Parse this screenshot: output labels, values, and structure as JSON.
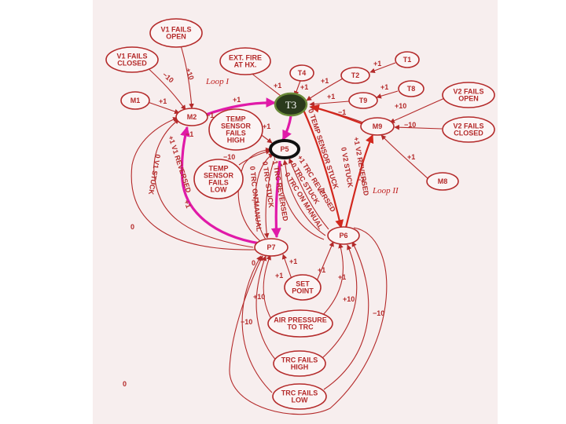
{
  "nodes": {
    "v1_fails_open": [
      "V1 FAILS",
      "OPEN"
    ],
    "v1_fails_closed": [
      "V1 FAILS",
      "CLOSED"
    ],
    "ext_fire": [
      "EXT. FIRE",
      "AT HX."
    ],
    "t4": [
      "T4"
    ],
    "t1": [
      "T1"
    ],
    "t2": [
      "T2"
    ],
    "t8": [
      "T8"
    ],
    "v2_fails_open": [
      "V2 FAILS",
      "OPEN"
    ],
    "m1": [
      "M1"
    ],
    "m2": [
      "M2"
    ],
    "t3": [
      "T3"
    ],
    "t9": [
      "T9"
    ],
    "m9": [
      "M9"
    ],
    "v2_fails_closed": [
      "V2 FAILS",
      "CLOSED"
    ],
    "temp_sensor_fails_high": [
      "TEMP",
      "SENSOR",
      "FAILS",
      "HIGH"
    ],
    "p5": [
      "P5"
    ],
    "temp_sensor_fails_low": [
      "TEMP",
      "SENSOR",
      "FAILS",
      "LOW"
    ],
    "m8": [
      "M8"
    ],
    "p6": [
      "P6"
    ],
    "p7": [
      "P7"
    ],
    "set_point": [
      "SET",
      "POINT"
    ],
    "air_pressure": [
      "AIR PRESSURE",
      "TO TRC"
    ],
    "trc_fails_high": [
      "TRC FAILS",
      "HIGH"
    ],
    "trc_fails_low": [
      "TRC FAILS",
      "LOW"
    ]
  },
  "labels": {
    "loop1": "Loop I",
    "loop2": "Loop II",
    "plus1": "+1",
    "minus1": "−1",
    "plus10": "+10",
    "minus10": "−10",
    "zero": "0",
    "v1_reversed": "+1 V1 REVERSED",
    "v1_stuck": "0 V1 STUCK",
    "temp_sensor_stuck": "0 TEMP SENSOR STUCK",
    "v2_reversed": "+1 V2 REVERSED",
    "v2_stuck": "0 V2 STUCK",
    "trc_reversed_a": "−1 TRC REVERSED",
    "trc_stuck_a": "0 TRC STUCK",
    "trc_on_manual_a": "0 TRC ON MANUAL",
    "trc_reversed_b": "+1 TRC REVERSED",
    "trc_stuck_b": "0 TRC STUCK",
    "trc_on_manual_b": "0 TRC ON MANUAL"
  },
  "colors": {
    "ink": "#b42a2a",
    "loop1": "#e01aa8",
    "loop2": "#d2281e",
    "paper": "#f7eeee",
    "t3_fill": "#2a3a1c",
    "p5_ring": "#111111"
  }
}
